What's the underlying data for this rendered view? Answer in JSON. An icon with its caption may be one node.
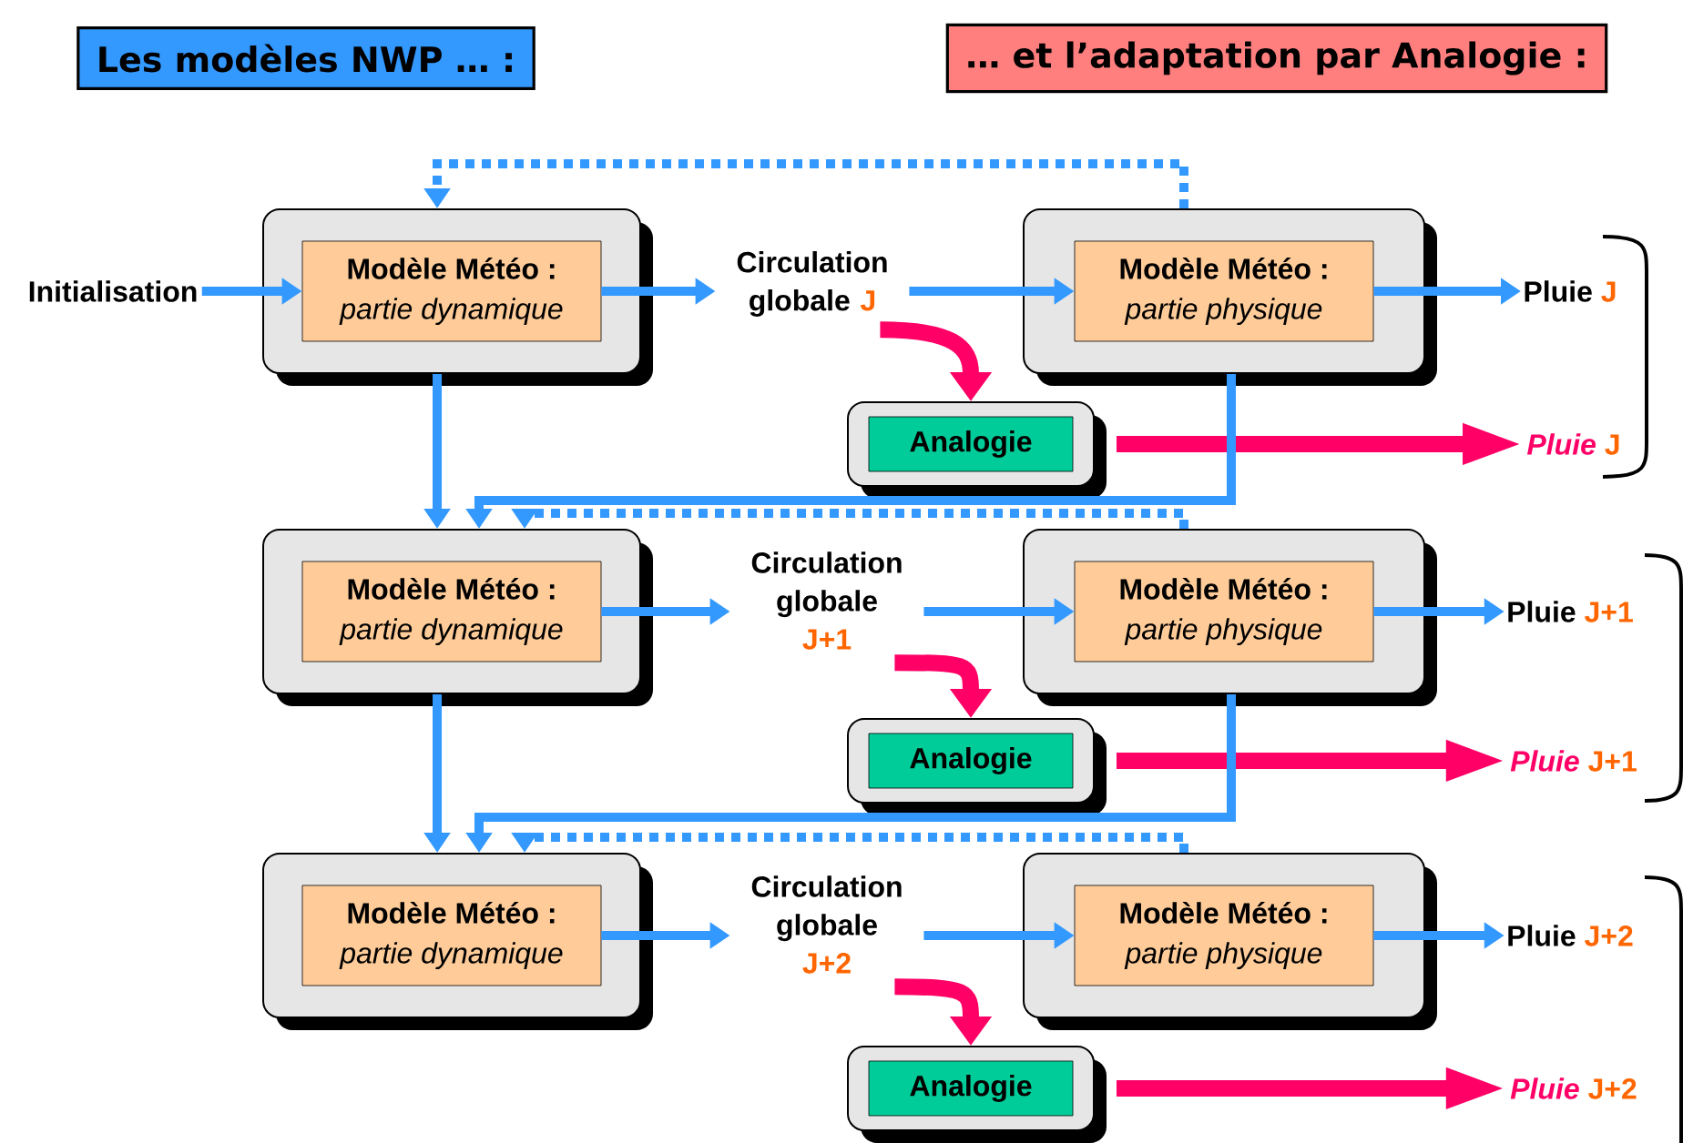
{
  "diagram": {
    "nodes": [
      {
        "text": [
          "Les modèles NWP … :"
        ]
      },
      {
        "text": [
          "… et l’adaptation par Analogie :"
        ]
      },
      {
        "text": [
          "Initialisation"
        ]
      },
      {
        "text": [],
        "shape": "box"
      },
      {
        "text": [
          "Modèle Météo :",
          "partie dynamique"
        ],
        "in": 3
      },
      {
        "text": [
          "Circulation globale",
          "J"
        ]
      },
      {
        "text": [],
        "shape": "box"
      },
      {
        "text": [
          "Modèle Météo :",
          "partie physique"
        ],
        "in": 6
      },
      {
        "text": [
          "Pluie",
          "J"
        ]
      },
      {
        "text": [],
        "shape": "box"
      },
      {
        "text": [
          "Analogie"
        ],
        "in": 9
      },
      {
        "text": [
          "Pluie",
          "J"
        ]
      },
      {
        "text": [],
        "shape": "box"
      },
      {
        "text": [
          "Modèle Météo :",
          "partie dynamique"
        ],
        "in": 12
      },
      {
        "text": [
          "Circulation globale",
          "J+1"
        ]
      },
      {
        "text": [],
        "shape": "box"
      },
      {
        "text": [
          "Modèle Météo :",
          "partie physique"
        ],
        "in": 15
      },
      {
        "text": [
          "Pluie",
          "J+1"
        ]
      },
      {
        "text": [],
        "shape": "box"
      },
      {
        "text": [
          "Analogie"
        ],
        "in": 18
      },
      {
        "text": [
          "Pluie",
          "J+1"
        ]
      },
      {
        "text": [],
        "shape": "box"
      },
      {
        "text": [
          "Modèle Météo :",
          "partie dynamique"
        ],
        "in": 21
      },
      {
        "text": [
          "Circulation globale",
          "J+2"
        ]
      },
      {
        "text": [],
        "shape": "box"
      },
      {
        "text": [
          "Modèle Météo :",
          "partie physique"
        ],
        "in": 24
      },
      {
        "text": [
          "Pluie",
          "J+2"
        ]
      },
      {
        "text": [],
        "shape": "box"
      },
      {
        "text": [
          "Analogie"
        ],
        "in": 27
      },
      {
        "text": [
          "Pluie",
          "J+2"
        ]
      }
    ],
    "edges": [
      {
        "from": 2,
        "to": 4,
        "arrow": "to"
      },
      {
        "from": 4,
        "to": 5,
        "arrow": "to"
      },
      {
        "from": 5,
        "to": 7,
        "arrow": "to"
      },
      {
        "from": 7,
        "to": 8,
        "arrow": "to"
      },
      {
        "from": 5,
        "to": 9,
        "arrow": "to",
        "style": "thick",
        "color": "#ff0066"
      },
      {
        "from": 9,
        "to": 11,
        "arrow": "to",
        "style": "thick",
        "color": "#ff0066"
      },
      {
        "from": 6,
        "to": 3,
        "arrow": "to",
        "style": "dashed"
      },
      {
        "from": 3,
        "to": 12,
        "arrow": "to"
      },
      {
        "from": 6,
        "to": 12,
        "arrow": "to"
      },
      {
        "from": 13,
        "to": 14,
        "arrow": "to"
      },
      {
        "from": 14,
        "to": 16,
        "arrow": "to"
      },
      {
        "from": 16,
        "to": 17,
        "arrow": "to"
      },
      {
        "from": 14,
        "to": 18,
        "arrow": "to",
        "style": "thick",
        "color": "#ff0066"
      },
      {
        "from": 18,
        "to": 20,
        "arrow": "to",
        "style": "thick",
        "color": "#ff0066"
      },
      {
        "from": 15,
        "to": 12,
        "arrow": "to",
        "style": "dashed"
      },
      {
        "from": 12,
        "to": 21,
        "arrow": "to"
      },
      {
        "from": 15,
        "to": 21,
        "arrow": "to"
      },
      {
        "from": 22,
        "to": 23,
        "arrow": "to"
      },
      {
        "from": 23,
        "to": 25,
        "arrow": "to"
      },
      {
        "from": 25,
        "to": 26,
        "arrow": "to"
      },
      {
        "from": 23,
        "to": 27,
        "arrow": "to",
        "style": "thick",
        "color": "#ff0066"
      },
      {
        "from": 27,
        "to": 29,
        "arrow": "to",
        "style": "thick",
        "color": "#ff0066"
      },
      {
        "from": 24,
        "to": 21,
        "arrow": "to",
        "style": "dashed"
      }
    ]
  }
}
